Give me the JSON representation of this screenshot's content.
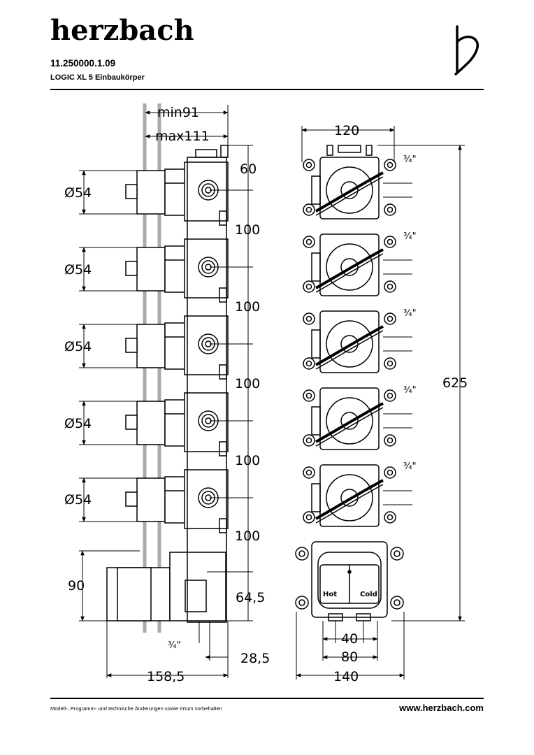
{
  "header": {
    "brand": "herzbach",
    "article_number": "11.250000.1.09",
    "product_name": "LOGIC XL 5 Einbaukörper",
    "logo_icon": "herzbach-h-logo-icon"
  },
  "dimensions": {
    "min_depth": "min91",
    "max_depth": "max111",
    "diameter": "Ø54",
    "top_offset": "60",
    "spacing": "100",
    "bottom_spacing": "100",
    "block_height": "90",
    "bottom_offset": "64,5",
    "thread_bottom": "¾\"",
    "side_offset": "28,5",
    "total_depth": "158,5",
    "front_width": "120",
    "thread_side": "¾\"",
    "total_height": "625",
    "port_spacing_inner": "40",
    "port_spacing_outer": "80",
    "base_width": "140",
    "hot_label": "Hot",
    "cold_label": "Cold"
  },
  "footer": {
    "disclaimer": "Modell-, Programm- und technische Änderungen sowie Irrtum vorbehalten",
    "website": "www.herzbach.com"
  }
}
